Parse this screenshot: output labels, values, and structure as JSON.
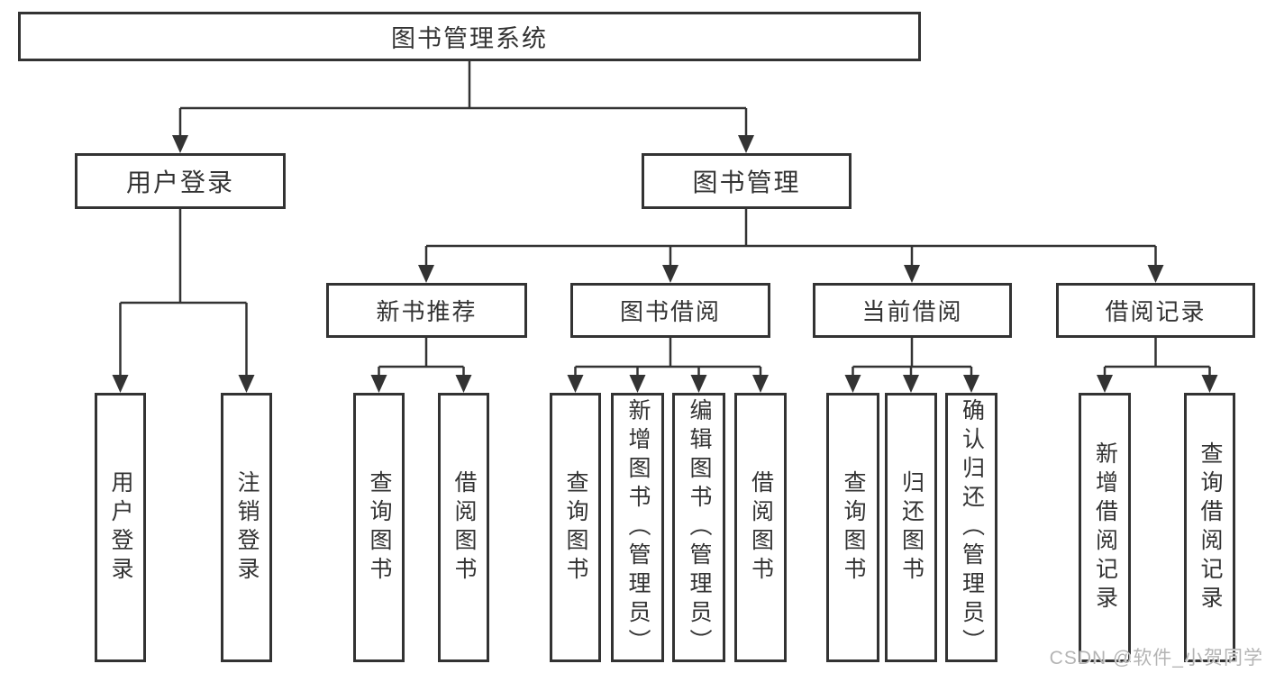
{
  "diagram": {
    "root": {
      "label": "图书管理系统"
    },
    "branches": [
      {
        "label": "用户登录",
        "children": [
          {
            "label": "用户登录"
          },
          {
            "label": "注销登录"
          }
        ]
      },
      {
        "label": "图书管理",
        "children": [
          {
            "label": "新书推荐",
            "children": [
              {
                "label": "查询图书"
              },
              {
                "label": "借阅图书"
              }
            ]
          },
          {
            "label": "图书借阅",
            "children": [
              {
                "label": "查询图书"
              },
              {
                "label": "新增图书（管理员）"
              },
              {
                "label": "编辑图书（管理员）"
              },
              {
                "label": "借阅图书"
              }
            ]
          },
          {
            "label": "当前借阅",
            "children": [
              {
                "label": "查询图书"
              },
              {
                "label": "归还图书"
              },
              {
                "label": "确认归还（管理员）"
              }
            ]
          },
          {
            "label": "借阅记录",
            "children": [
              {
                "label": "新增借阅记录"
              },
              {
                "label": "查询借阅记录"
              }
            ]
          }
        ]
      }
    ]
  },
  "watermark": {
    "text": "CSDN @软件_小贺同学"
  },
  "colors": {
    "line": "#333333",
    "text": "#333333",
    "watermark": "#b4b4b4",
    "background": "#ffffff"
  }
}
